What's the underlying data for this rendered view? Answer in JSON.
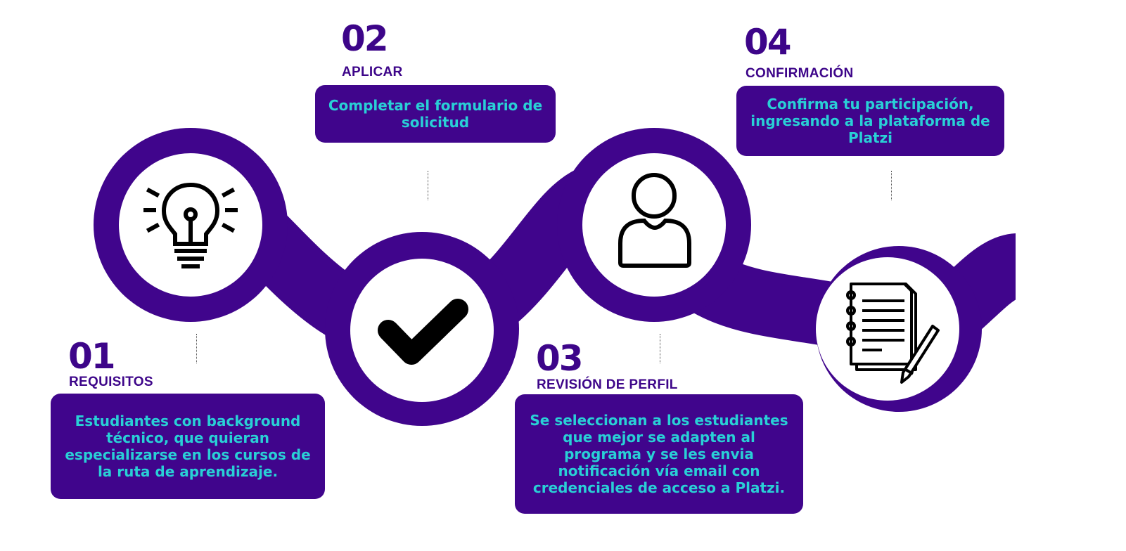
{
  "steps": [
    {
      "number": "01",
      "title": "REQUISITOS",
      "description": "Estudiantes con background técnico, que quieran especializarse en los cursos de la ruta de aprendizaje.",
      "icon": "lightbulb-icon"
    },
    {
      "number": "02",
      "title": "APLICAR",
      "description": "Completar el formulario de solicitud",
      "icon": "checkmark-icon"
    },
    {
      "number": "03",
      "title": "REVISIÓN DE PERFIL",
      "description": "Se seleccionan a los estudiantes que mejor se adapten al programa y se les envia notificación vía email con credenciales de acceso a Platzi.",
      "icon": "user-icon"
    },
    {
      "number": "04",
      "title": "CONFIRMACIÓN",
      "description": "Confirma tu participación, ingresando a la plataforma de Platzi",
      "icon": "notebook-pen-icon"
    }
  ],
  "colors": {
    "primary": "#40058c",
    "accent": "#29d0d6",
    "icon": "#000000",
    "background": "#ffffff"
  }
}
